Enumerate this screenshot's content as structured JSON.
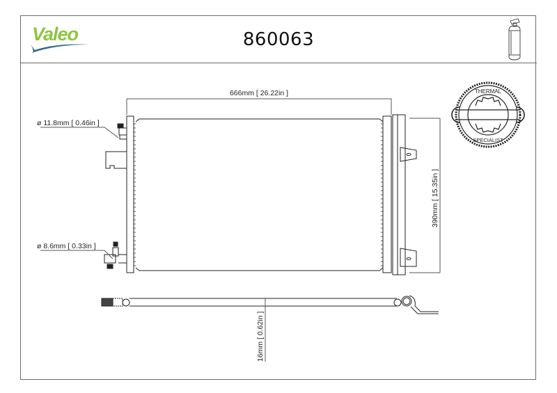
{
  "header": {
    "brand": "Valeo",
    "part_number": "860063",
    "product_icon": "receiver-drier-icon"
  },
  "badge": {
    "top_text": "THERMAL",
    "bottom_text": "SPECIALIST",
    "icon": "wrench-gear-badge-icon"
  },
  "dimensions": {
    "width": "666mm [ 26.22in ]",
    "height": "390mm [ 15.35in ]",
    "depth": "16mm [ 0.62in ]",
    "inlet_diameter": "ø 11.8mm [ 0.46in ]",
    "outlet_diameter": "ø 8.6mm [ 0.33in ]"
  },
  "colors": {
    "brand_green": "#8cc63f",
    "brand_blue": "#2d6a8a",
    "line": "#222222",
    "frame": "#6a6a6a"
  }
}
